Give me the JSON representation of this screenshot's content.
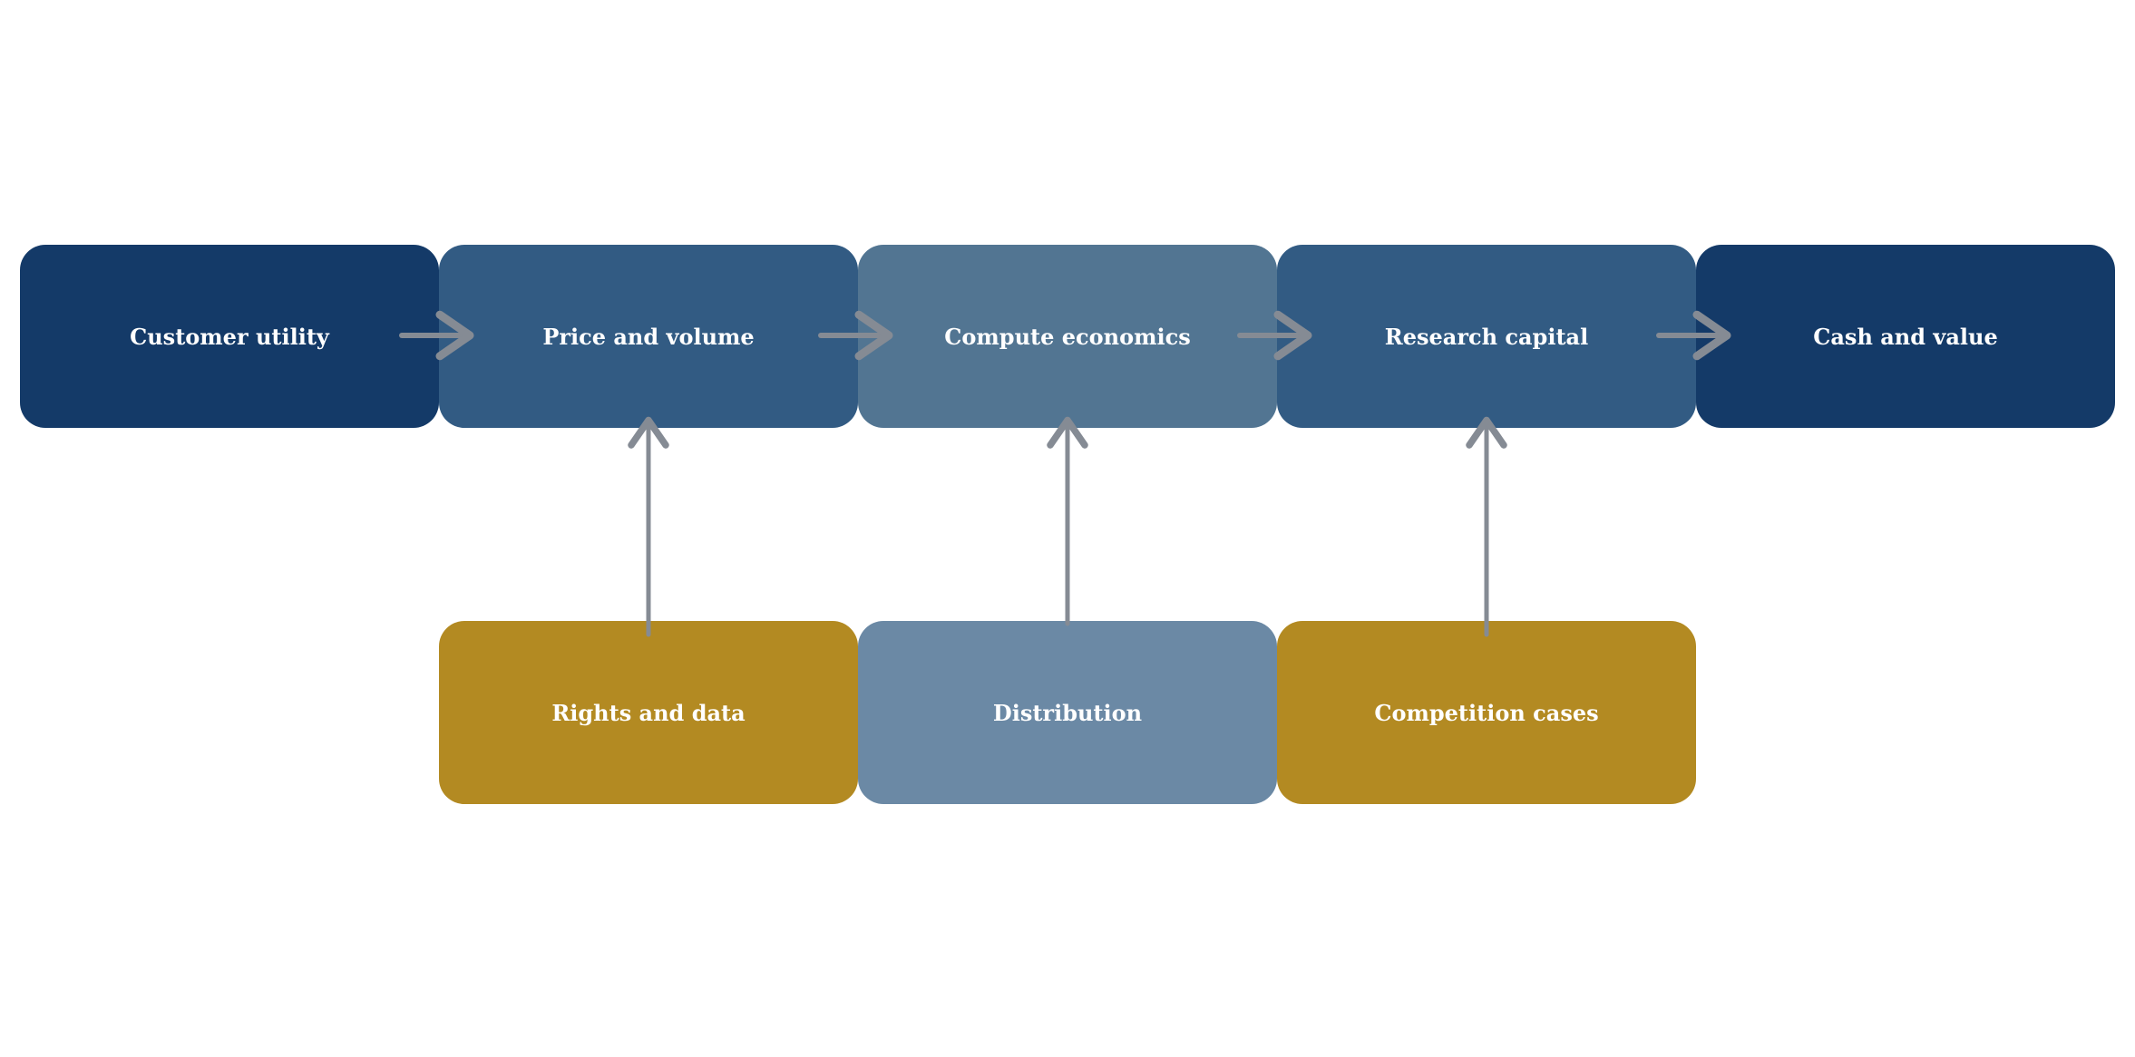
{
  "colors": {
    "dark_navy": "#143a68",
    "mid_blue": "#325b83",
    "light_blue": "#527592",
    "pale_blue": "#6b89a5",
    "gold": "#b38a22",
    "arrow": "#858b94"
  },
  "nodes": {
    "customer_utility": {
      "label": "Customer utility",
      "color": "#143a68"
    },
    "price_volume": {
      "label": "Price and volume",
      "color": "#325b83"
    },
    "compute_economics": {
      "label": "Compute economics",
      "color": "#527592"
    },
    "research_capital": {
      "label": "Research capital",
      "color": "#325b83"
    },
    "cash_value": {
      "label": "Cash and value",
      "color": "#143a68"
    },
    "rights_data": {
      "label": "Rights and data",
      "color": "#b38a22"
    },
    "distribution": {
      "label": "Distribution",
      "color": "#6b89a5"
    },
    "competition_cases": {
      "label": "Competition cases",
      "color": "#b38a22"
    }
  },
  "edges": [
    {
      "from": "customer_utility",
      "to": "price_volume"
    },
    {
      "from": "price_volume",
      "to": "compute_economics"
    },
    {
      "from": "compute_economics",
      "to": "research_capital"
    },
    {
      "from": "research_capital",
      "to": "cash_value"
    },
    {
      "from": "rights_data",
      "to": "price_volume"
    },
    {
      "from": "distribution",
      "to": "compute_economics"
    },
    {
      "from": "competition_cases",
      "to": "research_capital"
    }
  ]
}
